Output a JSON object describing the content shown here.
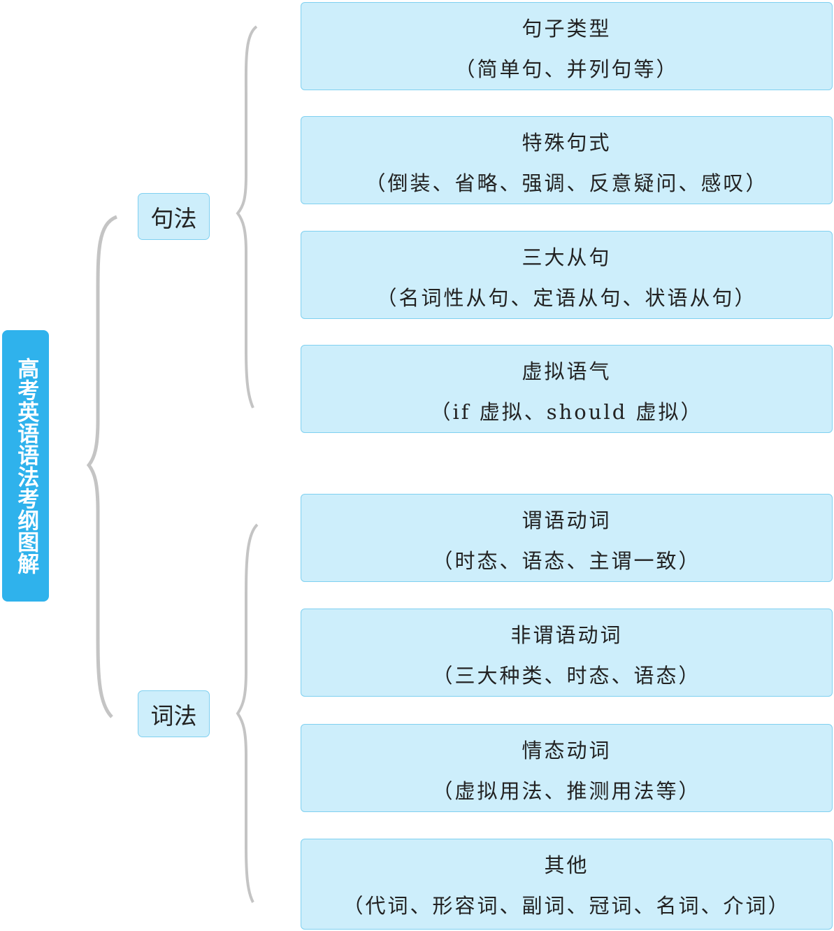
{
  "root": {
    "label": "高考英语语法考纲图解"
  },
  "branches": [
    {
      "label": "句法",
      "items": [
        {
          "title": "句子类型",
          "detail": "（简单句、并列句等）"
        },
        {
          "title": "特殊句式",
          "detail": "（倒装、省略、强调、反意疑问、感叹）"
        },
        {
          "title": "三大从句",
          "detail": "（名词性从句、定语从句、状语从句）"
        },
        {
          "title": "虚拟语气",
          "detail": "（if 虚拟、should 虚拟）"
        }
      ]
    },
    {
      "label": "词法",
      "items": [
        {
          "title": "谓语动词",
          "detail": "（时态、语态、主谓一致）"
        },
        {
          "title": "非谓语动词",
          "detail": "（三大种类、时态、语态）"
        },
        {
          "title": "情态动词",
          "detail": "（虚拟用法、推测用法等）"
        },
        {
          "title": "其他",
          "detail": "（代词、形容词、副词、冠词、名词、介词）"
        }
      ]
    }
  ],
  "colors": {
    "root_fill": "#2fb2ec",
    "box_fill": "#cdeefb",
    "box_border": "#7fd0f0",
    "brace": "#c4c4c4"
  }
}
